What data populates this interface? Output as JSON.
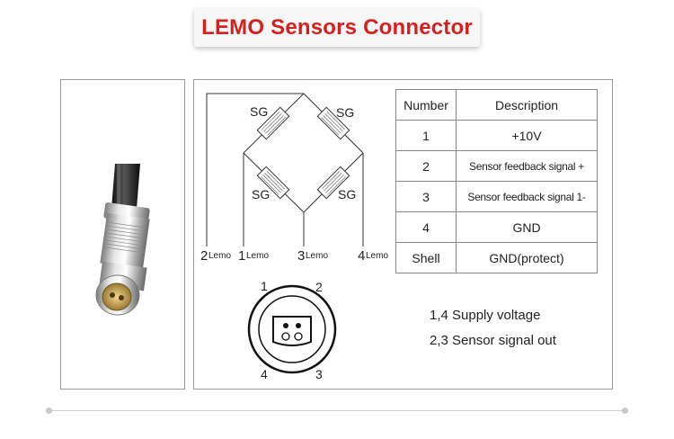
{
  "title": "LEMO Sensors Connector",
  "bridge": {
    "resistor_label": "SG",
    "lead_suffix": "Lemo",
    "leads": [
      "2",
      "1",
      "3",
      "4"
    ]
  },
  "pinout": {
    "pins": [
      "1",
      "2",
      "4",
      "3"
    ]
  },
  "table": {
    "headers": [
      "Number",
      "Description"
    ],
    "rows": [
      {
        "number": "1",
        "description": "+10V"
      },
      {
        "number": "2",
        "description": "Sensor feedback signal +"
      },
      {
        "number": "3",
        "description": "Sensor feedback signal 1-"
      },
      {
        "number": "4",
        "description": "GND"
      },
      {
        "number": "Shell",
        "description": "GND(protect)"
      }
    ]
  },
  "notes": [
    "1,4 Supply voltage",
    "2,3 Sensor signal out"
  ],
  "colors": {
    "title": "#d6201f",
    "border": "#9a9a9a"
  }
}
